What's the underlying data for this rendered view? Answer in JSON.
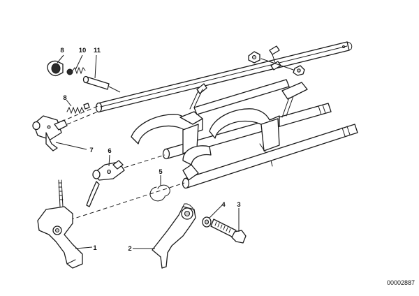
{
  "diagram": {
    "document_number": "00002887",
    "callouts": [
      {
        "id": "c1",
        "label": "1"
      },
      {
        "id": "c2",
        "label": "2"
      },
      {
        "id": "c3",
        "label": "3"
      },
      {
        "id": "c4",
        "label": "4"
      },
      {
        "id": "c5",
        "label": "5"
      },
      {
        "id": "c6",
        "label": "6"
      },
      {
        "id": "c7",
        "label": "7"
      },
      {
        "id": "c8a",
        "label": "8"
      },
      {
        "id": "c8b",
        "label": "8"
      },
      {
        "id": "c10",
        "label": "10"
      },
      {
        "id": "c11",
        "label": "11"
      }
    ]
  }
}
